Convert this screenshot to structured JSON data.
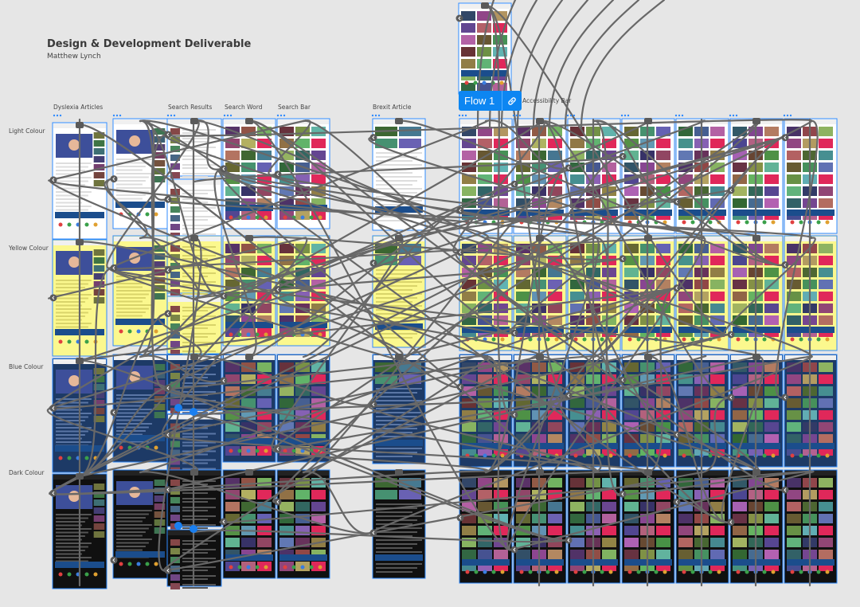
{
  "document": {
    "title": "Design & Development Deliverable",
    "author": "Matthew Lynch"
  },
  "columns": {
    "dyslexia": "Dyslexia Articles",
    "search_results": "Search Results",
    "search_word": "Search Word",
    "search_bar": "Search Bar",
    "brexit": "Brexit Article",
    "accessibility": "Accessibility Bar"
  },
  "rows": {
    "light": "Light Colour",
    "yellow": "Yellow Colour",
    "blue": "Blue Colour",
    "dark": "Dark Colour"
  },
  "flow_badge": {
    "label": "Flow 1",
    "icon": "link-icon"
  },
  "themes": {
    "light": {
      "bg": "#ffffff",
      "text": "#dddddd"
    },
    "yellow": {
      "bg": "#fbf88e",
      "text": "#d9d46a"
    },
    "blue": {
      "bg": "#1d3a66",
      "text": "#5a76a5"
    },
    "dark": {
      "bg": "#101010",
      "text": "#555555"
    }
  },
  "colors": {
    "selection": "#2f8bff",
    "connector": "#686868",
    "canvas": "#e6e6e6",
    "flow_badge": "#0d86f2"
  }
}
